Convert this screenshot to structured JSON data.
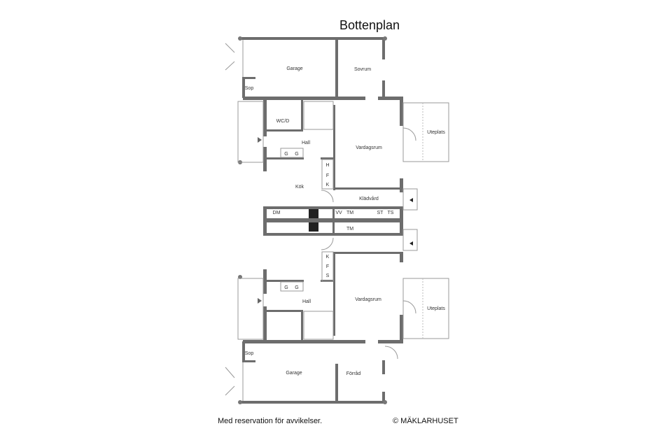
{
  "title": "Bottenplan",
  "rooms": [
    {
      "label": "Garage"
    },
    {
      "label": "Sovrum"
    },
    {
      "label": "Sop"
    },
    {
      "label": "WC/D"
    },
    {
      "label": "Hall"
    },
    {
      "label": "Vardagsrum"
    },
    {
      "label": "Uteplats"
    },
    {
      "label": "Kök"
    },
    {
      "label": "Klädvård"
    },
    {
      "label": "H"
    },
    {
      "label": "F"
    },
    {
      "label": "K"
    },
    {
      "label": "G"
    },
    {
      "label": "G"
    },
    {
      "label": "DM"
    },
    {
      "label": "VV"
    },
    {
      "label": "TM"
    },
    {
      "label": "ST"
    },
    {
      "label": "TS"
    },
    {
      "label": "TM"
    },
    {
      "label": "K"
    },
    {
      "label": "F"
    },
    {
      "label": "S"
    },
    {
      "label": "G"
    },
    {
      "label": "G"
    },
    {
      "label": "Hall"
    },
    {
      "label": "Vardagsrum"
    },
    {
      "label": "Uteplats"
    },
    {
      "label": "Sop"
    },
    {
      "label": "Garage"
    },
    {
      "label": "Förråd"
    }
  ],
  "footer": {
    "disclaimer": "Med reservation för avvikelser.",
    "copyright": "© MÄKLARHUSET"
  },
  "colors": {
    "wall": "#6d6d6d",
    "line": "#999999"
  }
}
